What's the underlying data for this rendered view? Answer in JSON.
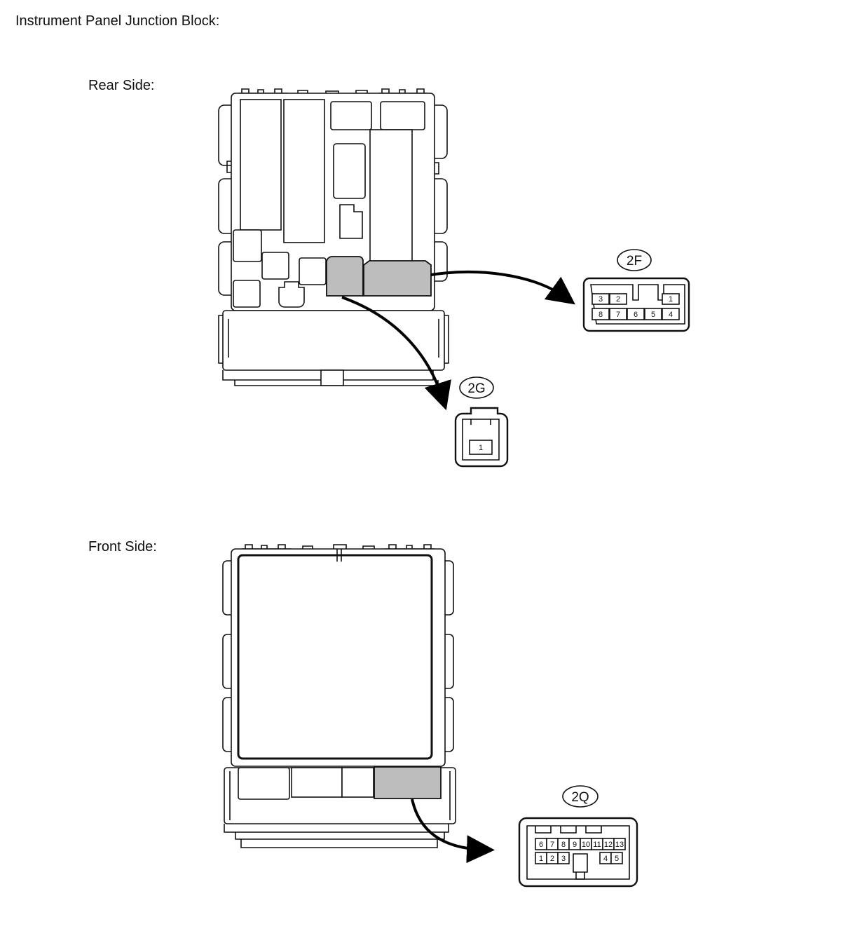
{
  "title": "Instrument Panel Junction Block:",
  "rear_side": {
    "label": "Rear Side:",
    "connectors": [
      {
        "id": "2F",
        "pins_top": [
          "3",
          "2",
          "1"
        ],
        "pins_bottom": [
          "8",
          "7",
          "6",
          "5",
          "4"
        ]
      },
      {
        "id": "2G",
        "pins": [
          "1"
        ]
      }
    ]
  },
  "front_side": {
    "label": "Front Side:",
    "connectors": [
      {
        "id": "2Q",
        "pins_top": [
          "6",
          "7",
          "8",
          "9",
          "10",
          "11",
          "12",
          "13"
        ],
        "pins_bottom": [
          "1",
          "2",
          "3",
          "4",
          "5"
        ]
      }
    ]
  },
  "colors": {
    "highlight": "#bdbdbd",
    "line": "#111111"
  }
}
